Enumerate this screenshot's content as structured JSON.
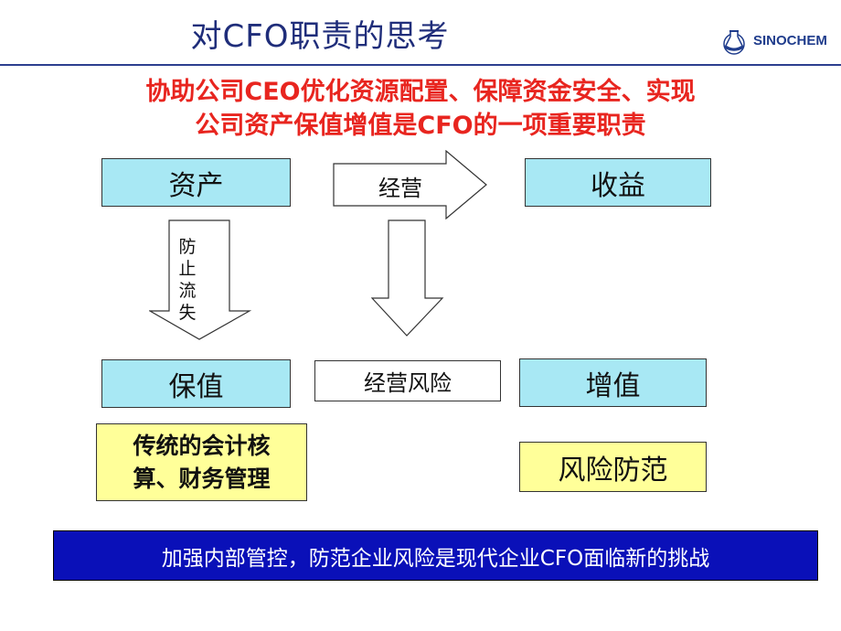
{
  "header": {
    "title": "对CFO职责的思考",
    "logo_text": "SINOCHEM"
  },
  "subtitle": {
    "line1": "协助公司CEO优化资源配置、保障资金安全、实现",
    "line2": "公司资产保值增值是CFO的一项重要职责"
  },
  "diagram": {
    "asset": "资产",
    "operation": "经营",
    "revenue": "收益",
    "prevent_loss": [
      "防",
      "止",
      "流",
      "失"
    ],
    "preserve_value": "保值",
    "operating_risk": "经营风险",
    "appreciation": "增值",
    "traditional_line1": "传统的会计核",
    "traditional_line2": "算、财务管理",
    "risk_prevention": "风险防范"
  },
  "banner": {
    "text": "加强内部管控，防范企业风险是现代企业CFO面临新的挑战"
  },
  "colors": {
    "title": "#1f2d7a",
    "subtitle": "#e8251f",
    "cyan_box": "#a8e8f4",
    "yellow_box": "#ffff99",
    "banner": "#0a10b8"
  }
}
